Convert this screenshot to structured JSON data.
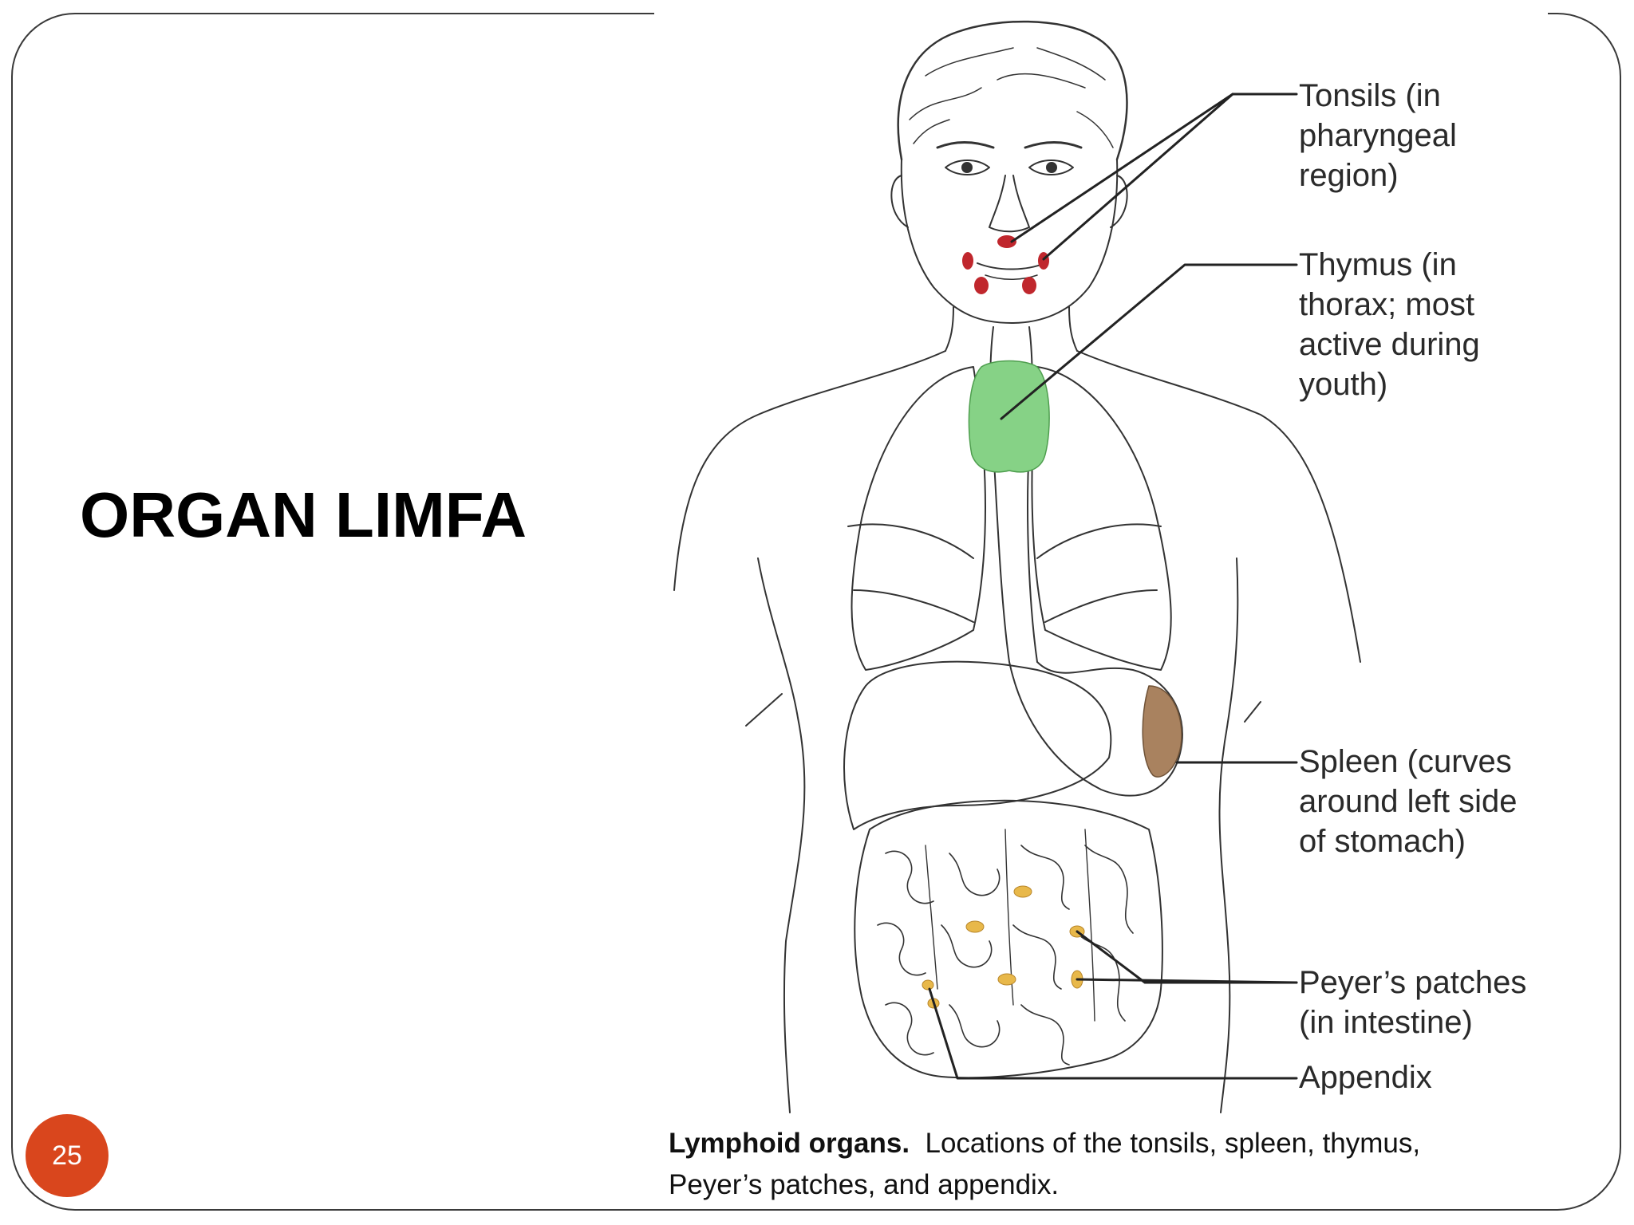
{
  "slide": {
    "title": "ORGAN LIMFA",
    "page_number": "25"
  },
  "figure": {
    "labels": {
      "tonsils": [
        "Tonsils (in",
        "pharyngeal",
        "region)"
      ],
      "thymus": [
        "Thymus (in",
        "thorax; most",
        "active during",
        "youth)"
      ],
      "spleen": [
        "Spleen (curves",
        "around left side",
        "of stomach)"
      ],
      "peyers": [
        "Peyer’s patches",
        "(in intestine)"
      ],
      "appendix": [
        "Appendix"
      ]
    },
    "colors": {
      "tonsils": "#c0272d",
      "thymus": "#86d286",
      "spleen": "#a9825f",
      "peyers": "#e8b84a",
      "outline": "#333333"
    }
  },
  "caption": {
    "bold": "Lymphoid organs.",
    "line1": "Locations of the tonsils, spleen, thymus,",
    "line2": "Peyer’s patches, and appendix."
  },
  "theme": {
    "badge_color": "#d9461d"
  }
}
